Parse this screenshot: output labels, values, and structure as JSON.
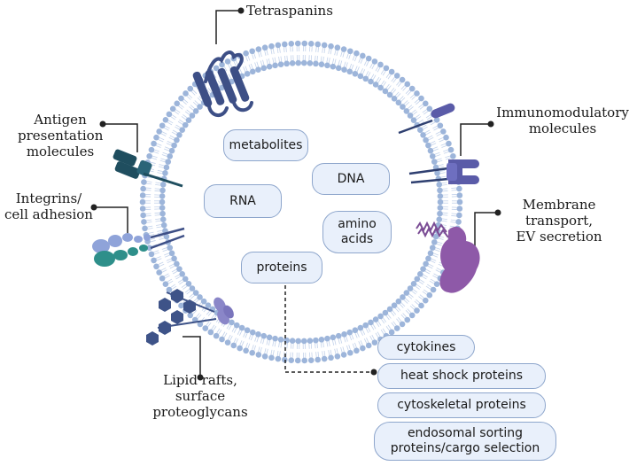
{
  "labels": {
    "tetraspanins": "Tetraspanins",
    "antigen": [
      "Antigen",
      "presentation",
      "molecules"
    ],
    "integrins": [
      "Integrins/",
      "cell adhesion"
    ],
    "lipid": [
      "Lipid rafts,",
      "surface",
      "proteoglycans"
    ],
    "immuno": [
      "Immunomodulatory",
      "molecules"
    ],
    "membrane": [
      "Membrane",
      "transport,",
      "EV secretion"
    ]
  },
  "cargo": {
    "metabolites": "metabolites",
    "dna": "DNA",
    "rna": "RNA",
    "amino": [
      "amino",
      "acids"
    ],
    "proteins": "proteins"
  },
  "protein_list": [
    [
      "cytokines"
    ],
    [
      "heat shock proteins"
    ],
    [
      "cytoskeletal proteins"
    ],
    [
      "endosomal sorting",
      "proteins/cargo selection"
    ]
  ],
  "colors": {
    "membrane_head": "#9db5da",
    "membrane_tail": "#c3d2ea",
    "pill_fill": "#e9f0fb",
    "pill_border": "#8ea6cc",
    "tetraspanin": "#3d4f86",
    "antigen": "#1f4e5f",
    "integrin_teal": "#2e8f8a",
    "immuno": "#5a5ba8",
    "transport": "#8e59a8",
    "raft": "#3e5388"
  }
}
